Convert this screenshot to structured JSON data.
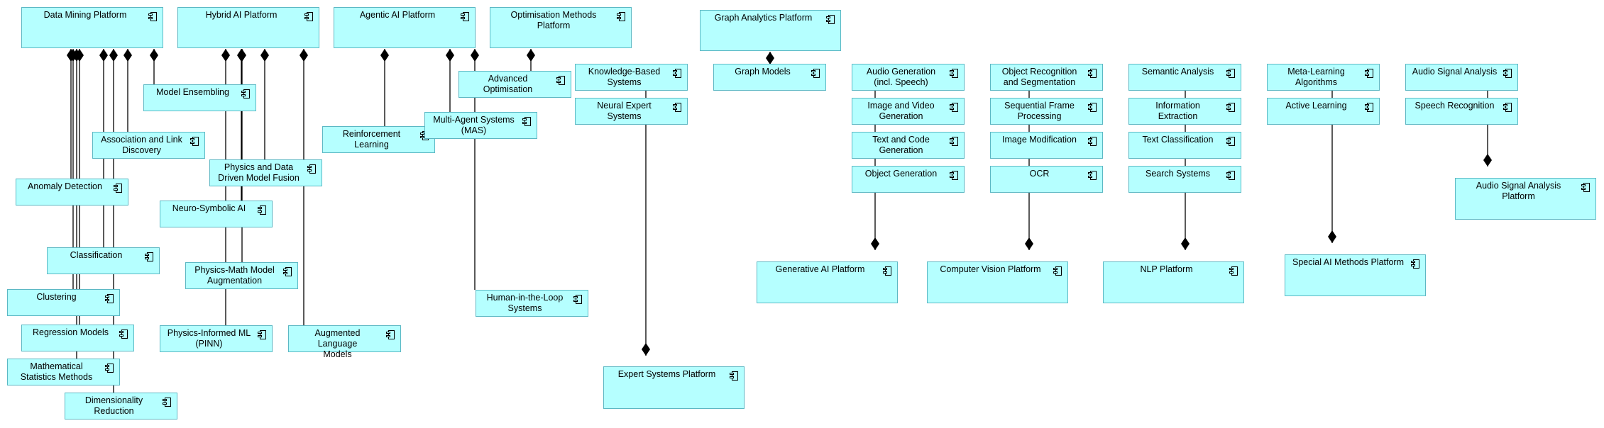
{
  "diagram": {
    "colors": {
      "fill": "#b5ffff",
      "border": "#5cb8c4",
      "line": "#000000",
      "text": "#000000"
    },
    "relationship_marker": "filled-diamond-aggregation",
    "element_icon": "component-icon",
    "platforms": {
      "data_mining": "Data Mining Platform",
      "hybrid_ai": "Hybrid AI Platform",
      "agentic_ai": "Agentic AI Platform",
      "optimisation": "Optimisation Methods\nPlatform",
      "graph_analytics": "Graph Analytics Platform",
      "expert_systems": "Expert Systems Platform",
      "generative_ai": "Generative AI Platform",
      "computer_vision": "Computer Vision Platform",
      "nlp": "NLP Platform",
      "special_ai": "Special AI Methods Platform",
      "audio_signal": "Audio Signal Analysis\nPlatform"
    },
    "components": {
      "model_ensembling": "Model Ensembling",
      "association_link": "Association and Link\nDiscovery",
      "anomaly_detection": "Anomaly Detection",
      "classification": "Classification",
      "clustering": "Clustering",
      "regression": "Regression Models",
      "math_stats": "Mathematical\nStatistics Methods",
      "dim_reduction": "Dimensionality\nReduction",
      "physics_data_fusion": "Physics and Data\nDriven Model Fusion",
      "neuro_symbolic": "Neuro-Symbolic AI",
      "physics_math_aug": "Physics-Math Model\nAugmentation",
      "pinn": "Physics-Informed ML\n(PINN)",
      "augmented_language": "Augmented Language\nModels",
      "reinforcement": "Reinforcement\nLearning",
      "mas": "Multi-Agent Systems\n(MAS)",
      "hitl": "Human-in-the-Loop\nSystems",
      "advanced_opt": "Advanced\nOptimisation",
      "kbs": "Knowledge-Based\nSystems",
      "neural_expert": "Neural Expert Systems",
      "graph_models": "Graph Models",
      "audio_gen": "Audio Generation\n(incl. Speech)",
      "image_video_gen": "Image and Video\nGeneration",
      "text_code_gen": "Text and Code\nGeneration",
      "object_gen": "Object Generation",
      "object_recog": "Object Recognition\nand Segmentation",
      "seq_frame": "Sequential Frame\nProcessing",
      "image_mod": "Image Modification",
      "ocr": "OCR",
      "semantic": "Semantic Analysis",
      "info_extraction": "Information Extraction",
      "text_class": "Text Classification",
      "search": "Search Systems",
      "meta_learning": "Meta-Learning\nAlgorithms",
      "active_learning": "Active Learning",
      "audio_analysis": "Audio Signal Analysis",
      "speech_recog": "Speech Recognition"
    }
  }
}
